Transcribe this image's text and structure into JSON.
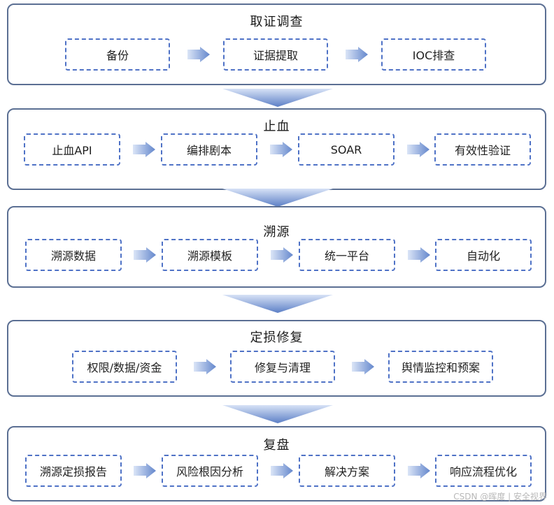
{
  "stages": [
    {
      "title": "取证调查",
      "steps": [
        "备份",
        "证据提取",
        "IOC排查"
      ]
    },
    {
      "title": "止血",
      "steps": [
        "止血API",
        "编排剧本",
        "SOAR",
        "有效性验证"
      ]
    },
    {
      "title": "溯源",
      "steps": [
        "溯源数据",
        "溯源模板",
        "统一平台",
        "自动化"
      ]
    },
    {
      "title": "定损修复",
      "steps": [
        "权限/数据/资金",
        "修复与清理",
        "舆情监控和预案"
      ]
    },
    {
      "title": "复盘",
      "steps": [
        "溯源定损报告",
        "风险根因分析",
        "解决方案",
        "响应流程优化"
      ]
    }
  ],
  "watermark": "CSDN @晖度 | 安全视界",
  "colors": {
    "border": "#5b6f93",
    "dashed": "#4f72c6",
    "arrow_light": "#c7d5f0",
    "arrow_dark": "#5f82c9"
  }
}
